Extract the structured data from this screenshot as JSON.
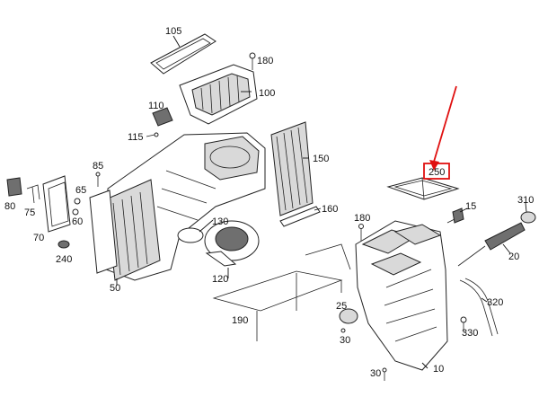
{
  "diagram": {
    "callouts": [
      {
        "id": "105",
        "text": "105"
      },
      {
        "id": "180a",
        "text": "180"
      },
      {
        "id": "100",
        "text": "100"
      },
      {
        "id": "110",
        "text": "110"
      },
      {
        "id": "115",
        "text": "115"
      },
      {
        "id": "85",
        "text": "85"
      },
      {
        "id": "150",
        "text": "150"
      },
      {
        "id": "250",
        "text": "250"
      },
      {
        "id": "310",
        "text": "310"
      },
      {
        "id": "15",
        "text": "15"
      },
      {
        "id": "80",
        "text": "80"
      },
      {
        "id": "75",
        "text": "75"
      },
      {
        "id": "65",
        "text": "65"
      },
      {
        "id": "60",
        "text": "60"
      },
      {
        "id": "70",
        "text": "70"
      },
      {
        "id": "240",
        "text": "240"
      },
      {
        "id": "160",
        "text": "160"
      },
      {
        "id": "130",
        "text": "130"
      },
      {
        "id": "180b",
        "text": "180"
      },
      {
        "id": "20",
        "text": "20"
      },
      {
        "id": "50",
        "text": "50"
      },
      {
        "id": "120",
        "text": "120"
      },
      {
        "id": "320",
        "text": "320"
      },
      {
        "id": "190",
        "text": "190"
      },
      {
        "id": "25",
        "text": "25"
      },
      {
        "id": "30a",
        "text": "30"
      },
      {
        "id": "330",
        "text": "330"
      },
      {
        "id": "30b",
        "text": "30"
      },
      {
        "id": "10",
        "text": "10"
      }
    ],
    "highlight": {
      "text": "250",
      "color": "#e01010"
    },
    "line_color": "#222222",
    "shade_light": "#d9d9d9",
    "shade_dark": "#6f6f6f"
  }
}
